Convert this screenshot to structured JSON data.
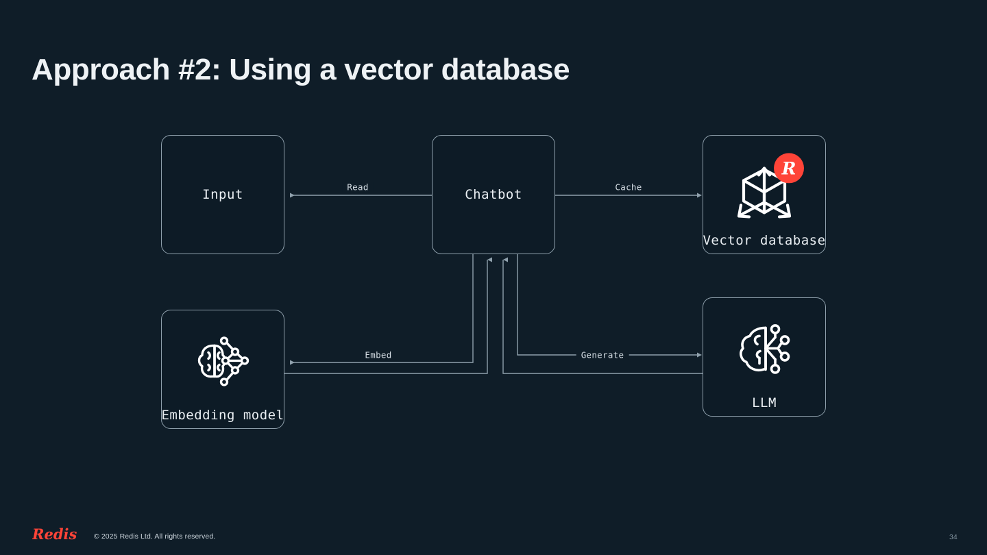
{
  "slide": {
    "title": "Approach #2: Using a vector database",
    "page_number": "34",
    "background_color": "#0f1d28",
    "accent_color": "#ff4438",
    "stroke_color": "#8fa0ac"
  },
  "footer": {
    "brand": "Redis",
    "copyright": "© 2025 Redis Ltd. All rights reserved."
  },
  "diagram": {
    "nodes": [
      {
        "id": "input",
        "label": "Input",
        "icon": "none"
      },
      {
        "id": "chatbot",
        "label": "Chatbot",
        "icon": "none"
      },
      {
        "id": "vdb",
        "label": "Vector database",
        "icon": "vector-cube-icon",
        "badge": "redis-logo-badge"
      },
      {
        "id": "embed",
        "label": "Embedding model",
        "icon": "brain-network-icon"
      },
      {
        "id": "llm",
        "label": "LLM",
        "icon": "brain-circuit-icon"
      }
    ],
    "edges": [
      {
        "id": "read",
        "label": "Read",
        "from": "chatbot",
        "to": "input",
        "direction": "left"
      },
      {
        "id": "cache",
        "label": "Cache",
        "from": "chatbot",
        "to": "vdb",
        "direction": "right"
      },
      {
        "id": "embed",
        "label": "Embed",
        "from": "chatbot",
        "to": "embed",
        "direction": "left"
      },
      {
        "id": "generate",
        "label": "Generate",
        "from": "chatbot",
        "to": "llm",
        "direction": "right"
      }
    ]
  }
}
